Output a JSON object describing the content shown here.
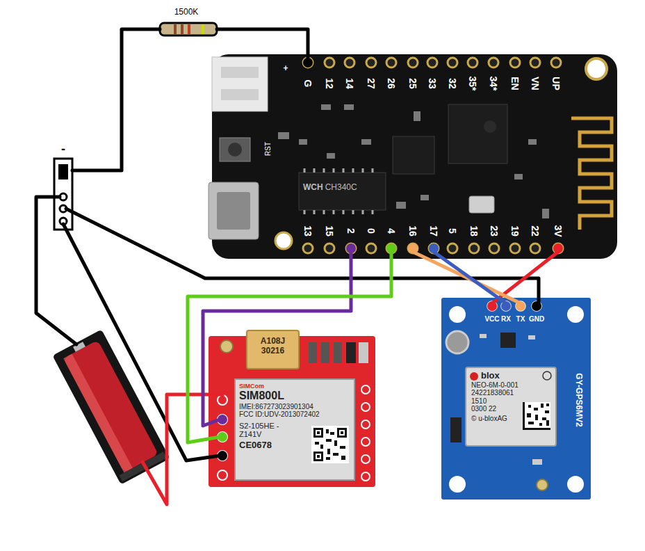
{
  "diagram": {
    "nodes": [
      {
        "text": [
          "WCH",
          "CH340C"
        ]
      },
      {
        "text": [
          "A108J 30216"
        ]
      },
      {
        "text": [
          "SIMCom",
          "SIM800L",
          "IMEI:867273023901304",
          "FCC ID:UDV-2013072402",
          "S2-105HE -Z141V",
          "CE0678"
        ]
      },
      {
        "text": [
          "blox",
          "NEO-6M-0-001",
          "24221838061",
          "1510",
          "0300 22",
          "© u-bloxAG"
        ]
      }
    ],
    "labels": [
      "1500K",
      "-",
      "+",
      "RST",
      "G",
      "12",
      "14",
      "27",
      "26",
      "25",
      "33",
      "32",
      "35*",
      "34*",
      "EN",
      "VN",
      "UP",
      "13",
      "15",
      "2",
      "0",
      "4",
      "16",
      "17",
      "5",
      "18",
      "23",
      "19",
      "22",
      "3V",
      "VCC",
      "RX",
      "TX",
      "GND",
      "GY-GPS6MV2"
    ]
  }
}
